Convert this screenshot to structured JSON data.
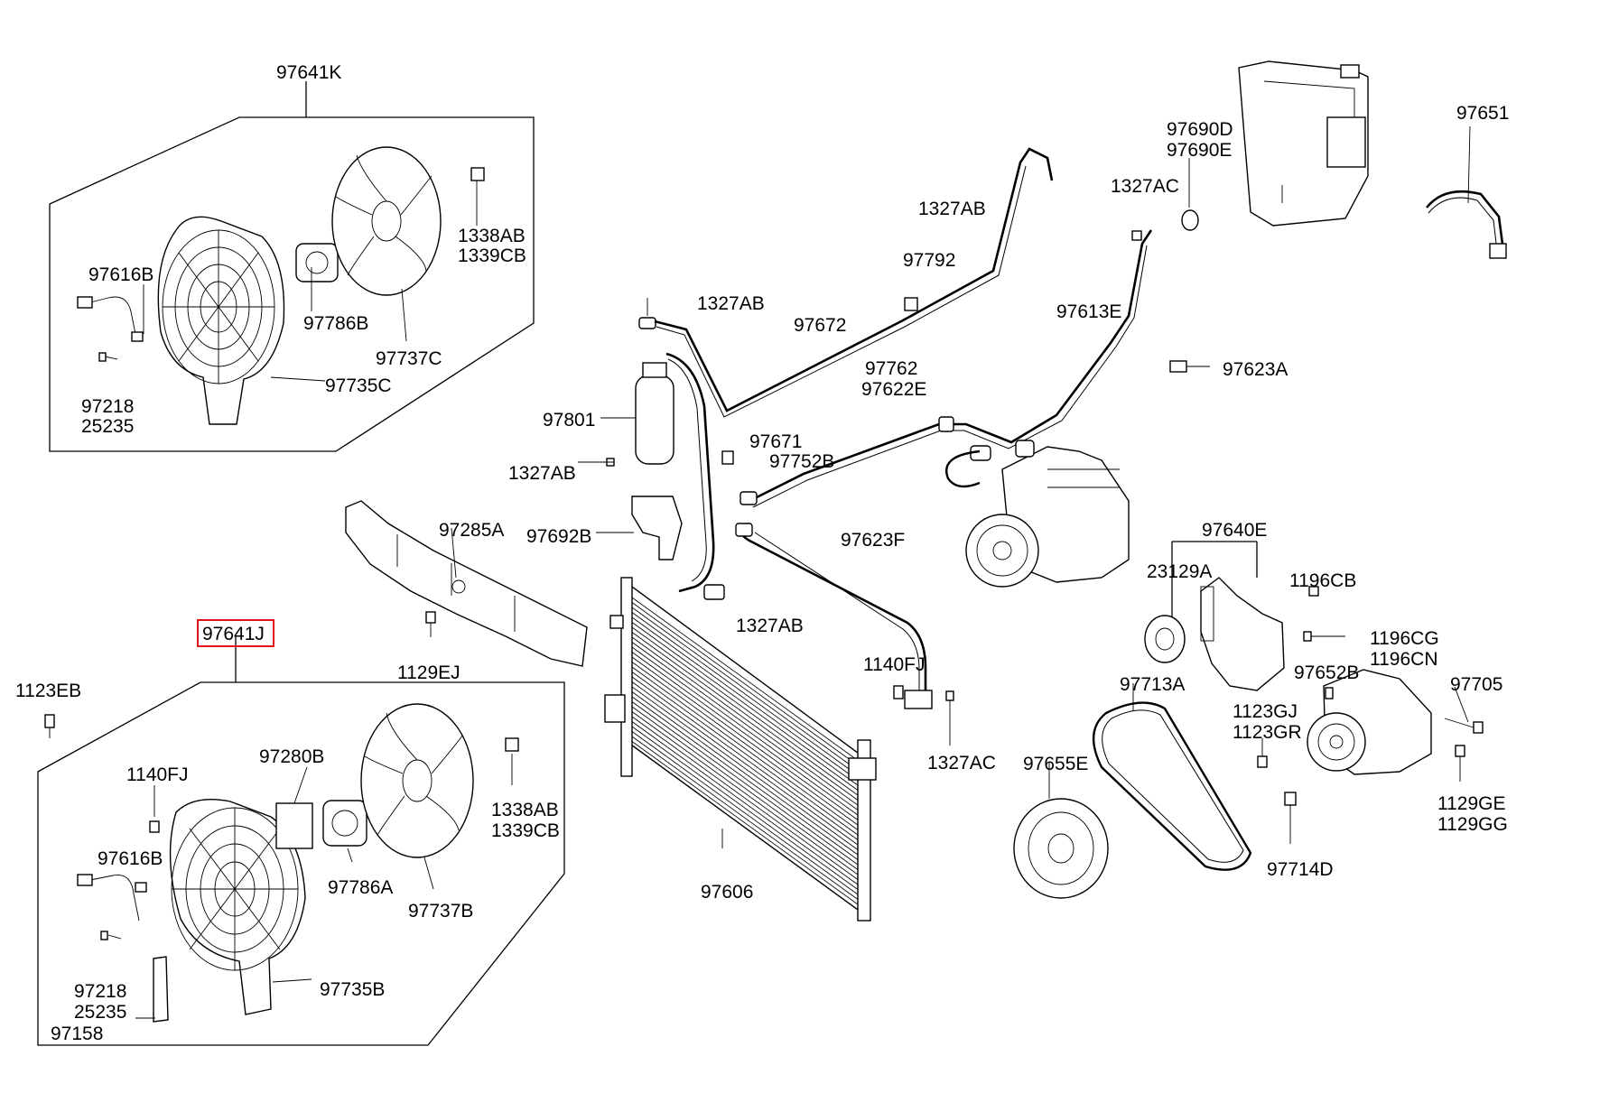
{
  "labels": {
    "l97641K": "97641K",
    "l1338AB_a": "1338AB",
    "l1339CB_a": "1339CB",
    "l97616B_a": "97616B",
    "l97786B": "97786B",
    "l97737C": "97737C",
    "l97735C": "97735C",
    "l97218_a": "97218",
    "l25235_a": "25235",
    "l97641J": "97641J",
    "l1123EB": "1123EB",
    "l1140FJ_a": "1140FJ",
    "l97280B": "97280B",
    "l1338AB_b": "1338AB",
    "l1339CB_b": "1339CB",
    "l97616B_b": "97616B",
    "l97786A": "97786A",
    "l97737B": "97737B",
    "l97218_b": "97218",
    "l25235_b": "25235",
    "l97735B": "97735B",
    "l97158": "97158",
    "l97285A": "97285A",
    "l1129EJ": "1129EJ",
    "l1327AB_a": "1327AB",
    "l1327AB_b": "1327AB",
    "l1327AB_c": "1327AB",
    "l1327AB_d": "1327AB",
    "l97792": "97792",
    "l97672": "97672",
    "l97801": "97801",
    "l97671": "97671",
    "l97752B": "97752B",
    "l97692B": "97692B",
    "l97762": "97762",
    "l97622E": "97622E",
    "l97623F": "97623F",
    "l1140FJ_b": "1140FJ",
    "l1327AC_a": "1327AC",
    "l1327AC_b": "1327AC",
    "l97606": "97606",
    "l97690D": "97690D",
    "l97690E": "97690E",
    "l97651": "97651",
    "l97613E": "97613E",
    "l97623A": "97623A",
    "l97640E": "97640E",
    "l23129A": "23129A",
    "l1196CB": "1196CB",
    "l1196CG": "1196CG",
    "l1196CN": "1196CN",
    "l97652B": "97652B",
    "l97705": "97705",
    "l97713A": "97713A",
    "l1123GJ": "1123GJ",
    "l1123GR": "1123GR",
    "l1129GE": "1129GE",
    "l1129GG": "1129GG",
    "l97655E": "97655E",
    "l97714D": "97714D"
  },
  "highlight": {
    "label_key": "l97641J",
    "color": "#e0161b"
  }
}
